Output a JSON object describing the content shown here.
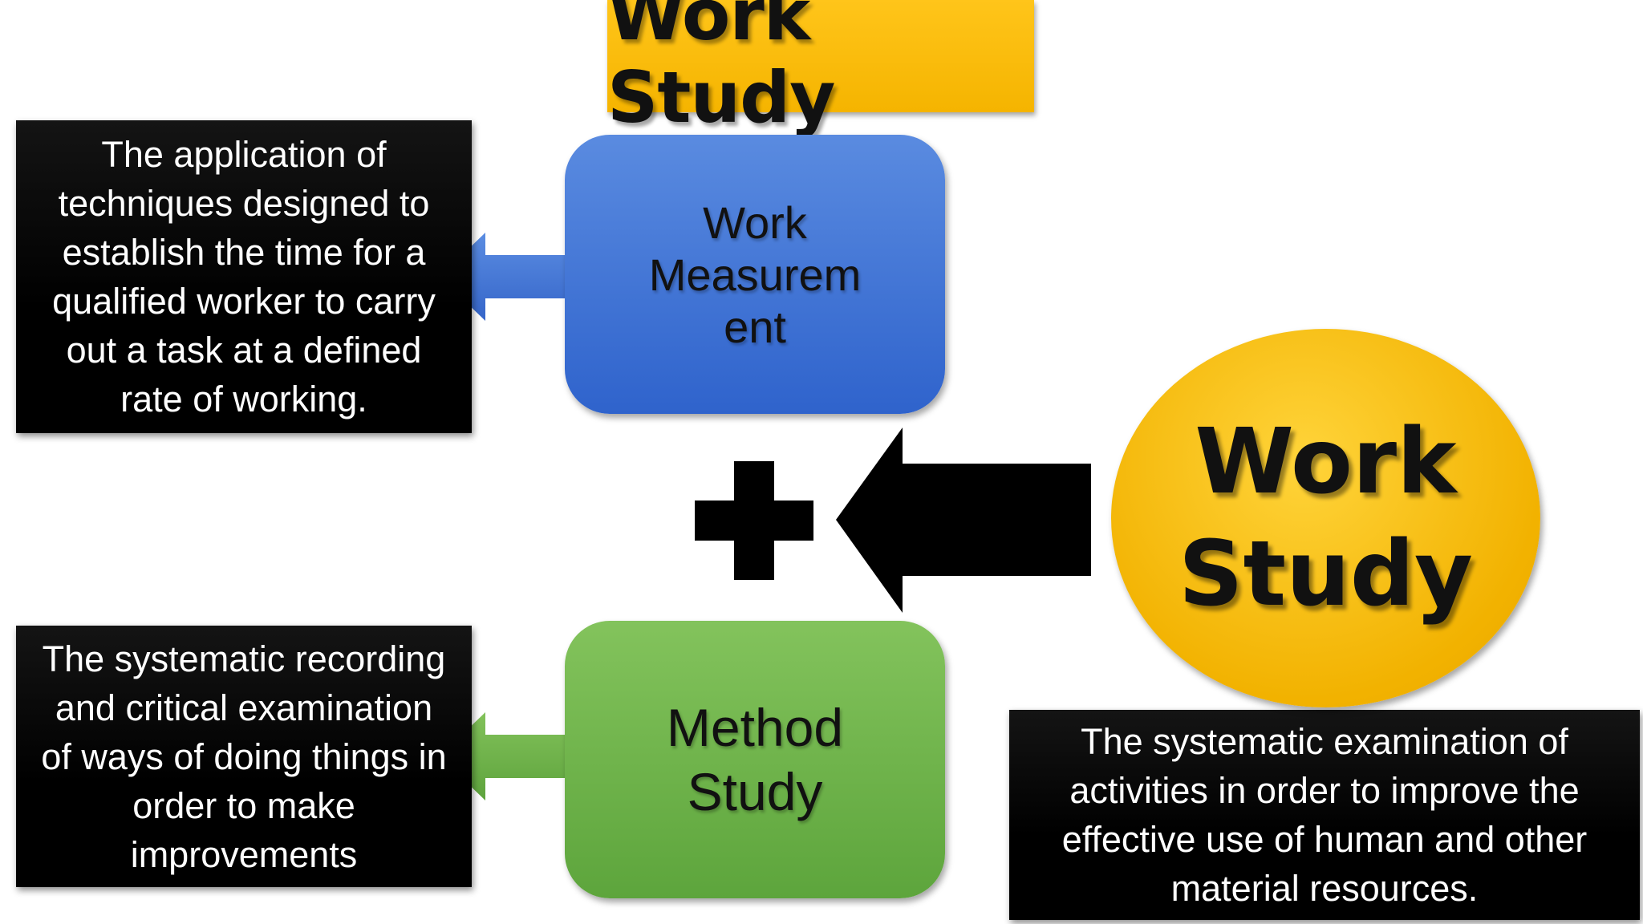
{
  "title": "Work Study",
  "nodes": {
    "work_measurement": "Work\nMeasurem\nent",
    "method_study": "Method\nStudy",
    "work_study": "Work\nStudy"
  },
  "definitions": {
    "work_measurement": "The application of\ntechniques designed to\nestablish the time for a\nqualified worker to carry\nout a task at a defined\nrate of working.",
    "method_study": "The systematic recording\nand critical examination\nof ways of doing things in\norder to make\nimprovements",
    "work_study": "The systematic examination of\nactivities in order to improve the\neffective use of human and other\nmaterial resources."
  },
  "colors": {
    "title_bg": "#f5b400",
    "work_measurement_fill": "#3f70d4",
    "method_study_fill": "#6cb248",
    "work_study_fill": "#f5b400",
    "definition_bg": "#000000"
  },
  "icons": {
    "plus": "plus-icon",
    "big_arrow": "arrow-left-icon"
  }
}
